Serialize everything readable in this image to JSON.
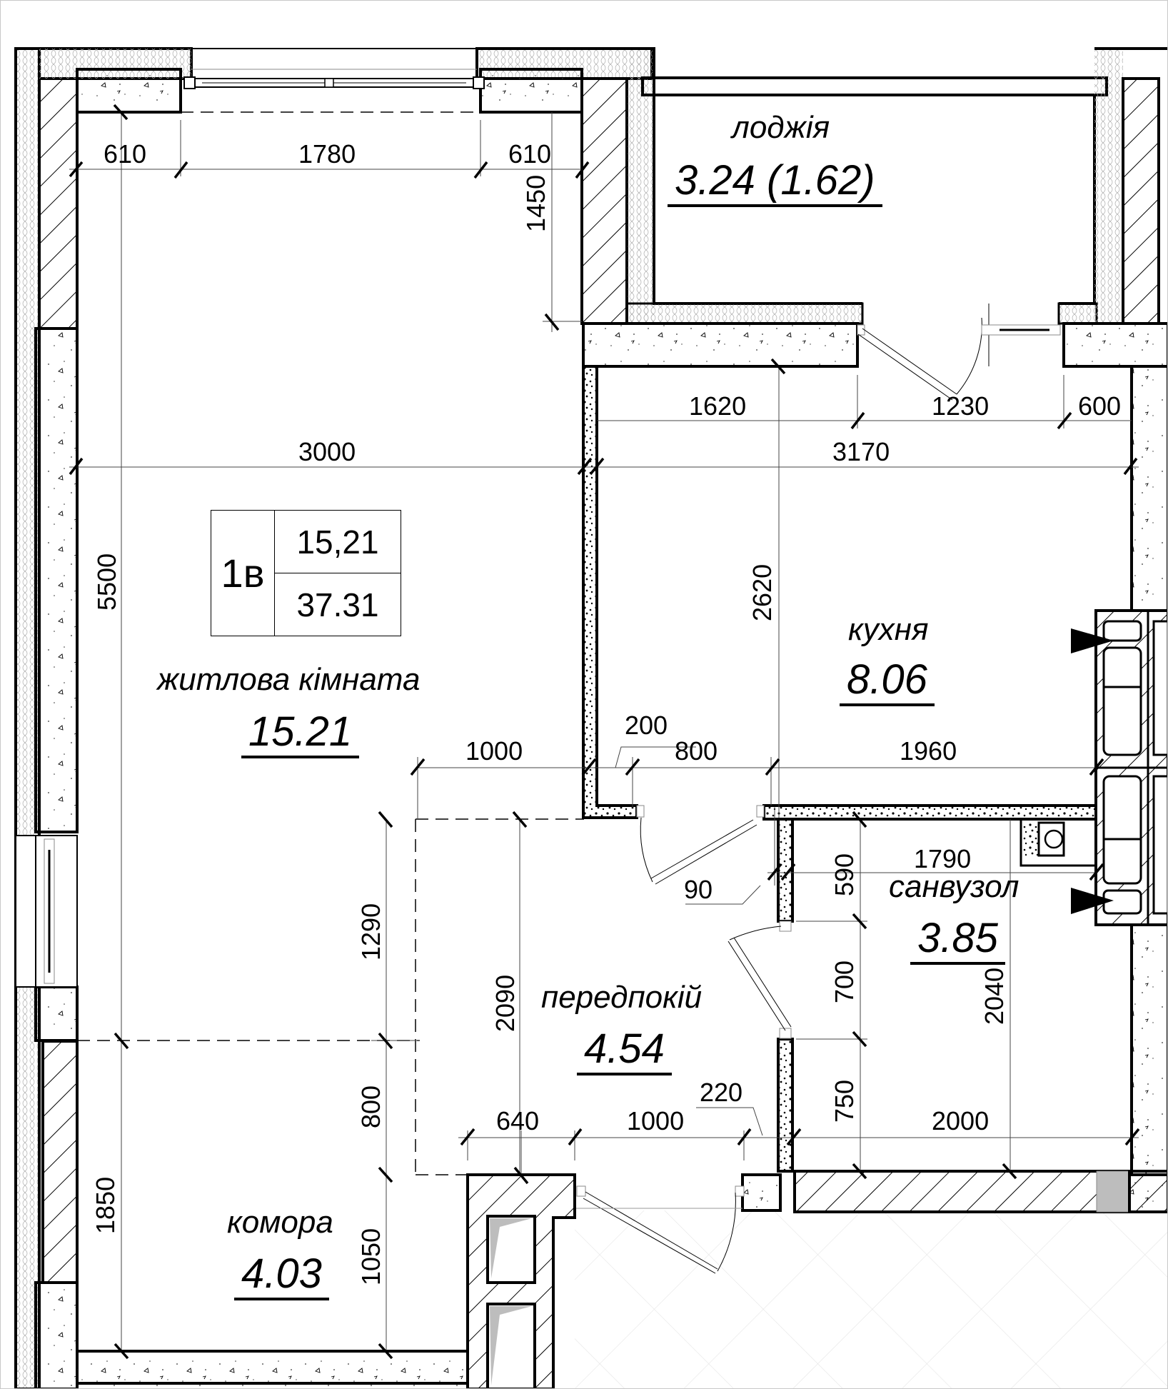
{
  "plan": {
    "apartment_type": "1в",
    "living_area": "15,21",
    "total_area": "37.31",
    "colors": {
      "line": "#000000",
      "dim_line": "#555555",
      "shaft_fill": "#bdbdbd",
      "grid": "#e6e6e6"
    }
  },
  "rooms": {
    "living": {
      "name": "житлова кімната",
      "area": "15.21"
    },
    "loggia": {
      "name": "лоджія",
      "area": "3.24 (1.62)"
    },
    "kitchen": {
      "name": "кухня",
      "area": "8.06"
    },
    "hallway": {
      "name": "передпокій",
      "area": "4.54"
    },
    "bathroom": {
      "name": "санвузол",
      "area": "3.85"
    },
    "storage": {
      "name": "комора",
      "area": "4.03"
    }
  },
  "dimensions": {
    "living_top_left": "610",
    "living_window": "1780",
    "living_top_right": "610",
    "living_wall_depth": "1450",
    "living_width": "3000",
    "living_length": "5500",
    "kitchen_top_1": "1620",
    "kitchen_door": "1230",
    "kitchen_top_2": "600",
    "kitchen_width": "3170",
    "kitchen_length": "2620",
    "hall_top_left": "1000",
    "hall_jamb": "200",
    "kitchen_opening": "800",
    "kitchen_bottom": "1960",
    "hall_left_upper": "1290",
    "hall_length": "2090",
    "bath_jamb": "90",
    "bath_width_top": "1790",
    "bath_top_seg": "590",
    "bath_door": "700",
    "bath_bottom_seg": "750",
    "bath_length": "2040",
    "bath_width_bottom": "2000",
    "entry_left": "640",
    "entry_door": "1000",
    "entry_jamb": "220",
    "storage_width_upper": "800",
    "storage_length": "1850",
    "storage_width_lower": "1050"
  }
}
